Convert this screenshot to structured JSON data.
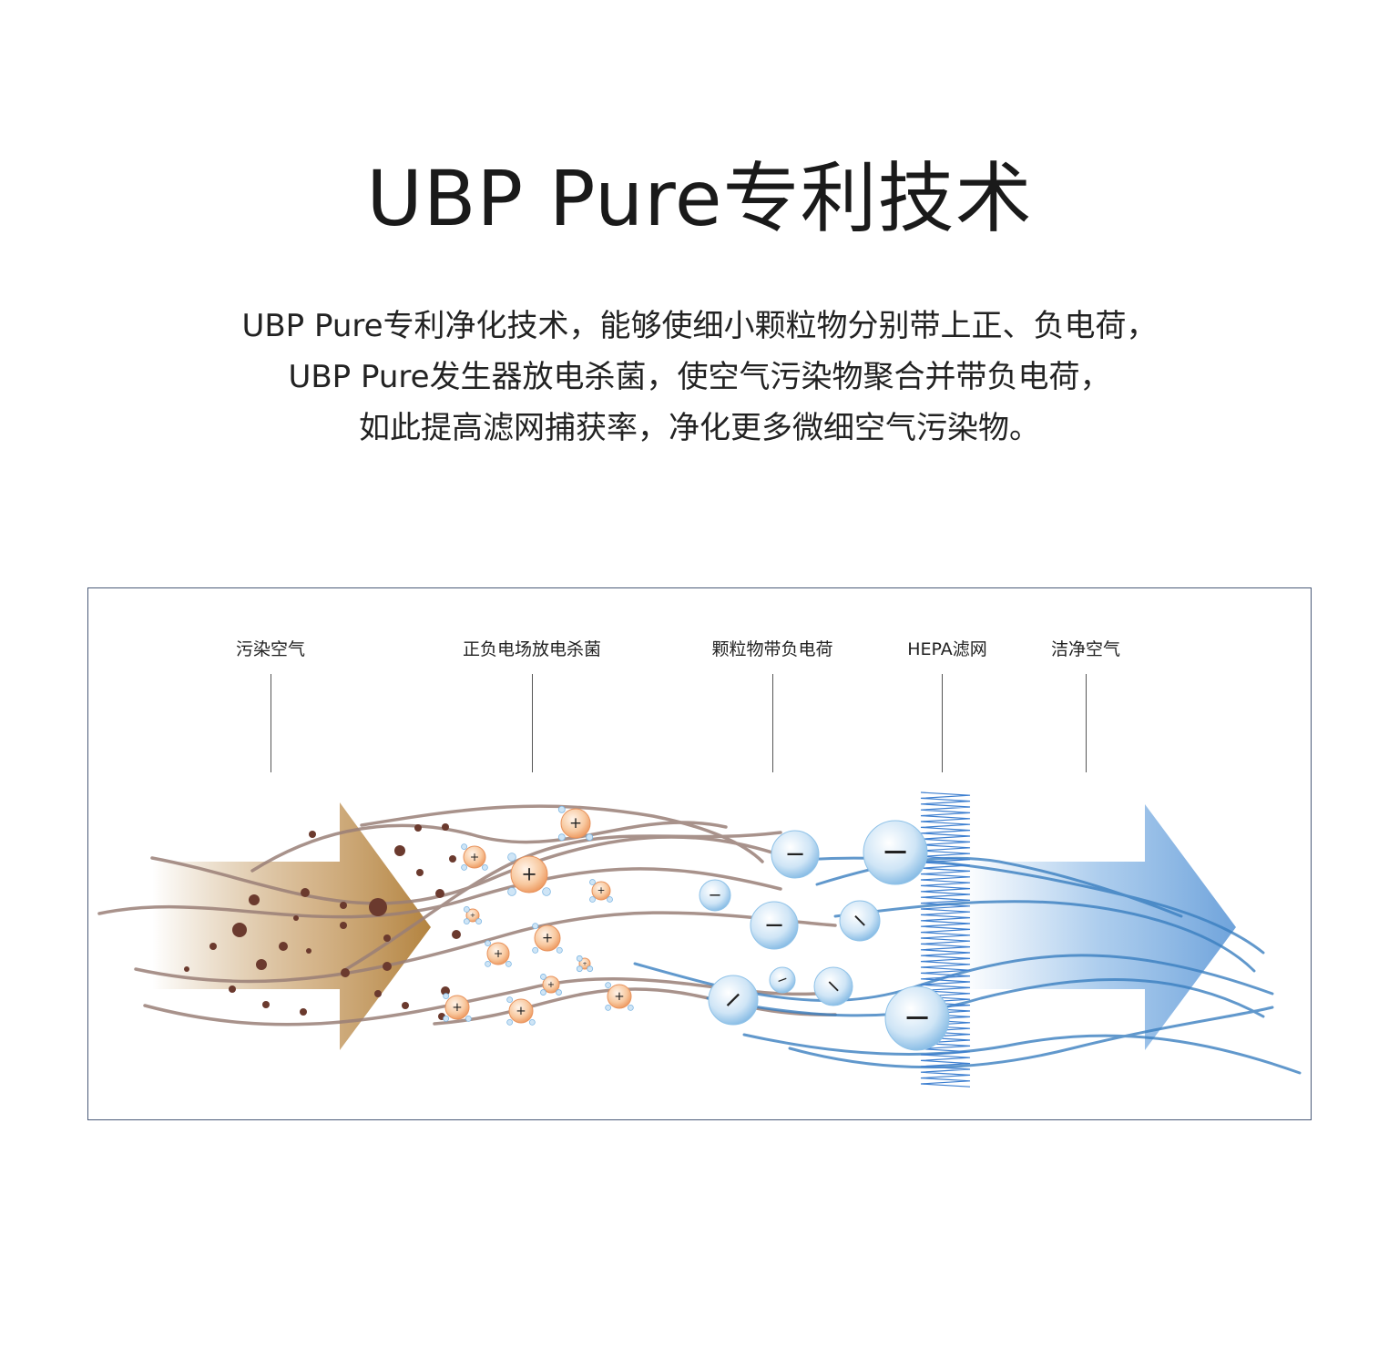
{
  "title": "UBP Pure专利技术",
  "description": [
    "UBP Pure专利净化技术，能够使细小颗粒物分别带上正、负电荷，",
    "UBP Pure发生器放电杀菌，使空气污染物聚合并带负电荷，",
    "如此提高滤网捕获率，净化更多微细空气污染物。"
  ],
  "diagram": {
    "stages": [
      {
        "label": "污染空气"
      },
      {
        "label": "正负电场放电杀菌"
      },
      {
        "label": "颗粒物带负电荷"
      },
      {
        "label": "HEPA滤网"
      },
      {
        "label": "洁净空气"
      }
    ],
    "colors": {
      "dirty_arrow": "#b98d4e",
      "dust": "#6b3a2e",
      "dirty_flow": "#9a7f77",
      "positive_particle": "#f2a36a",
      "negative_particle": "#8fc2e8",
      "clean_arrow": "#6fa6dc",
      "clean_flow": "#3a7fc0",
      "filter": "#3d7fd0",
      "frame": "#4a5a78"
    },
    "charge_symbols": {
      "positive": "+",
      "negative": "−"
    }
  }
}
